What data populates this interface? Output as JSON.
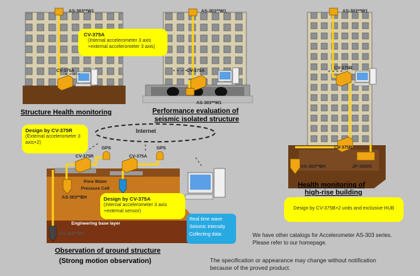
{
  "sensor_labels": {
    "as303_w1": "AS-303**W1",
    "as303_bh": "AS-303**BH",
    "cv375a": "CV-375A",
    "cv375r": "CV-375R",
    "cv375b": "CV-375B",
    "jp1000s": "JP-1000S",
    "gps": "GPS",
    "pore_water": "Pore Water",
    "pressure_cell": "Pressure Cell",
    "engineering_base": "Engineering base layer",
    "internet": "Internet"
  },
  "callouts": {
    "top": {
      "header": "CV-375A",
      "line1": "(Internal accelerometer 3 axis",
      "line2": "+external accelerometer 3 axis)"
    },
    "left": {
      "header": "Design by CV-375R",
      "line1": "(External accelerometer 3",
      "line2": "axis×2)"
    },
    "mid": {
      "header": "Design by CV-375A",
      "line1": "(Internal accelerometer 3 axis",
      "line2": "+external sensor)"
    },
    "right": {
      "text": "Design by CV-375B×2 units and exclusive HUB"
    }
  },
  "captions": {
    "shm": "Structure Health monitoring",
    "perf1": "Performance evaluation of",
    "perf2": "seismic isolated structure",
    "hr1": "Health monitoring of",
    "hr2": "high-rise building",
    "obs1": "Observation of ground structure",
    "obs2": "(Strong motion observation)"
  },
  "info_box": {
    "line1": "Real time wave",
    "line2": "Seismic intensity",
    "line3": "Collecting data"
  },
  "notes": {
    "catalog1": "We have other catalogs for Accelerometer AS-303 series.",
    "catalog2": "Please refer to our homepage.",
    "spec1": "The specification or appearance may change without notification",
    "spec2": "because of the proved product."
  }
}
